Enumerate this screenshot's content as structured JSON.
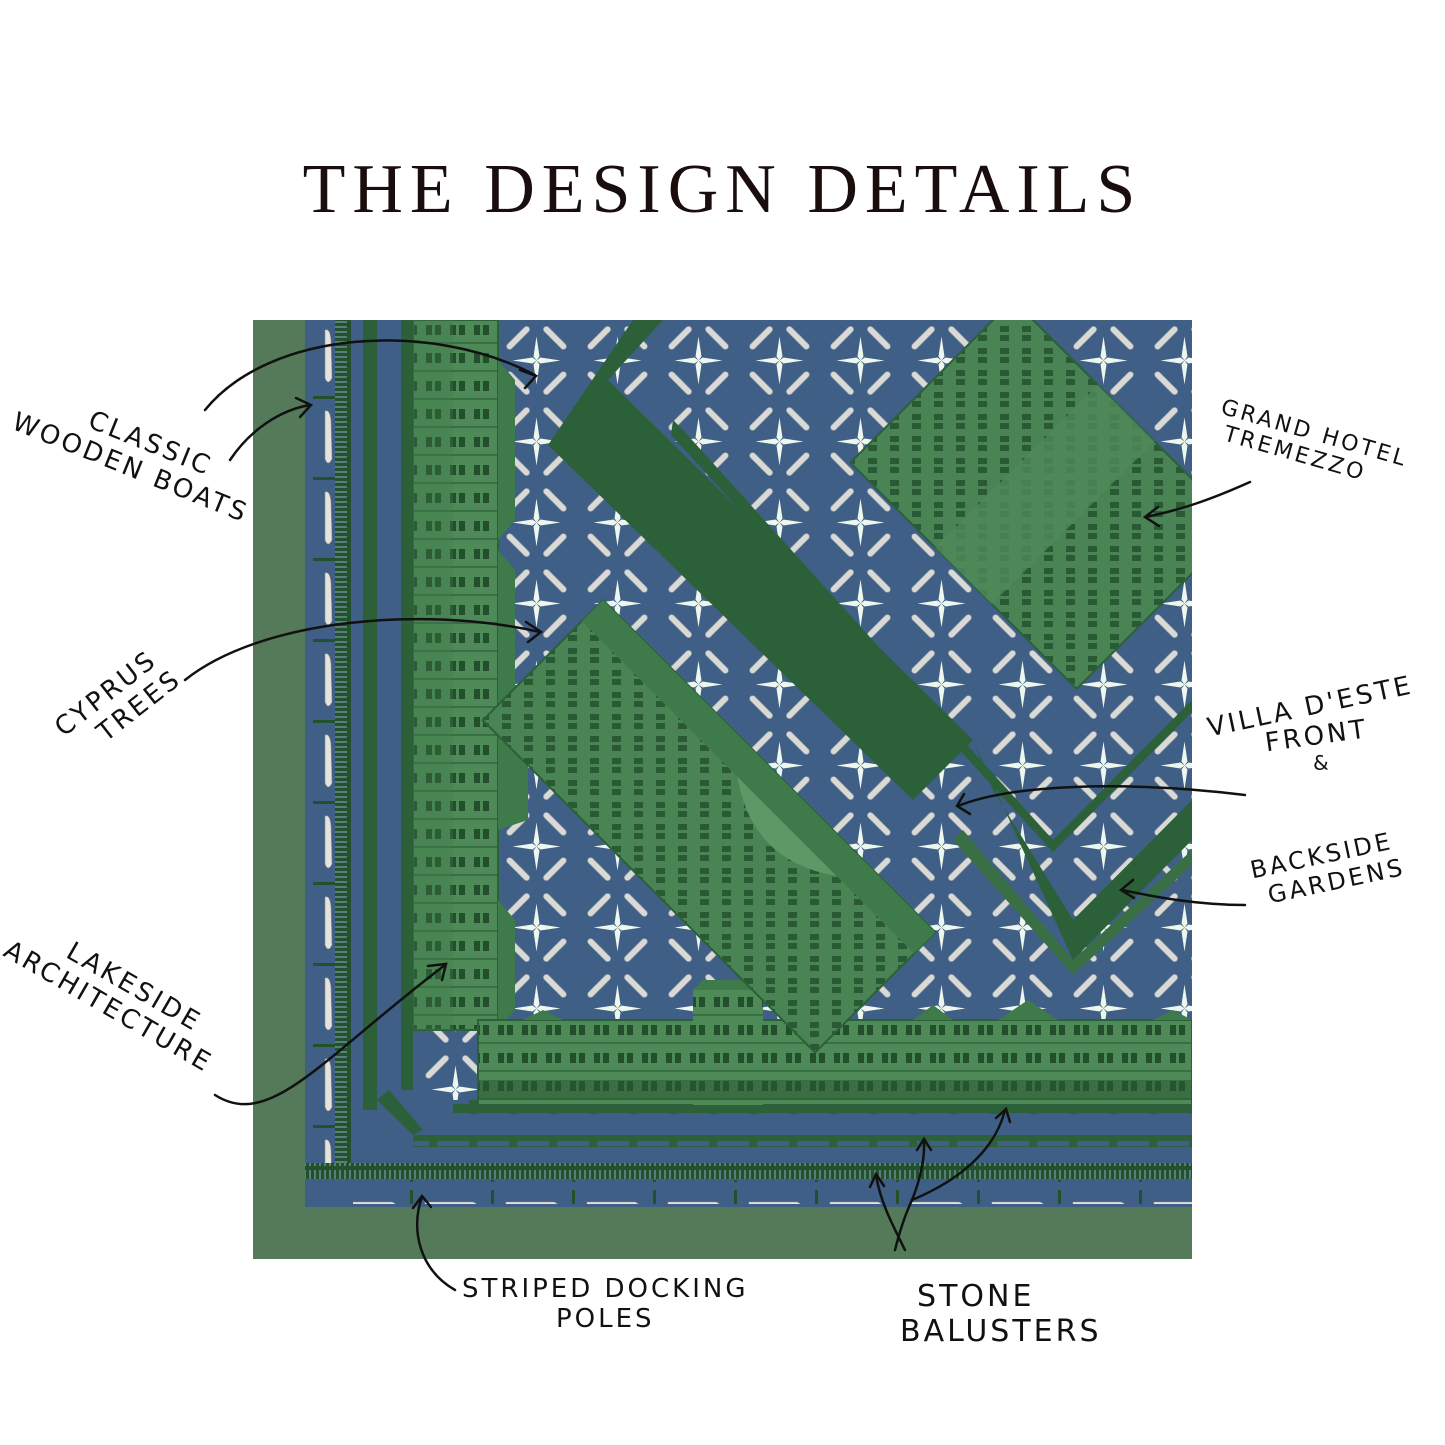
{
  "page": {
    "title": "THE DESIGN DETAILS"
  },
  "colors": {
    "background": "#ffffff",
    "border_green": "#557a5a",
    "lake_blue": "#3f5f86",
    "building_green": "#3f7a4a",
    "dark_green": "#21522c",
    "boat_white": "#e6e3dc",
    "star_white": "#eef7ee",
    "text": "#1a0d0d"
  },
  "annotations": [
    {
      "id": "classic-wooden-boats",
      "lines": [
        "CLASSIC",
        "WOODEN BOATS"
      ]
    },
    {
      "id": "cyprus-trees",
      "lines": [
        "CYPRUS",
        "TREES"
      ]
    },
    {
      "id": "lakeside-architecture",
      "lines": [
        "LAKESIDE",
        "ARCHITECTURE"
      ]
    },
    {
      "id": "grand-hotel-tremezzo",
      "lines": [
        "GRAND HOTEL",
        "TREMEZZO"
      ]
    },
    {
      "id": "villa-deste",
      "lines": [
        "VILLA D'ESTE",
        "FRONT",
        "&",
        "BACKSIDE",
        "GARDENS"
      ]
    },
    {
      "id": "striped-docking-poles",
      "lines": [
        "STRIPED DOCKING",
        "POLES"
      ]
    },
    {
      "id": "stone-balusters",
      "lines": [
        "STONE",
        "BALUSTERS"
      ]
    }
  ]
}
